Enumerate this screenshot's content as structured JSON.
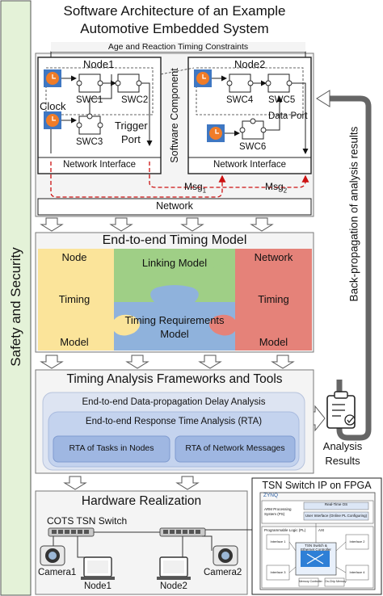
{
  "sidebar": {
    "label": "Safety and Security"
  },
  "arch": {
    "title_line1": "Software Architecture of an Example",
    "title_line2": "Automotive Embedded System",
    "constraints_label": "Age and Reaction Timing Constraints",
    "software_component_label": "Software Component",
    "node1": {
      "title": "Node1",
      "clock_label": "Clock",
      "swc1": "SWC1",
      "swc2": "SWC2",
      "swc3": "SWC3",
      "trigger_line1": "Trigger",
      "trigger_line2": "Port",
      "network_interface": "Network Interface"
    },
    "node2": {
      "title": "Node2",
      "swc4": "SWC4",
      "swc5": "SWC5",
      "swc6": "SWC6",
      "data_port": "Data Port",
      "network_interface": "Network Interface"
    },
    "msg1": {
      "base": "Msg",
      "sub": "1"
    },
    "msg2": {
      "base": "Msg",
      "sub": "2"
    },
    "network_label": "Network"
  },
  "timing_model": {
    "title": "End-to-end Timing Model",
    "node_label": "Node",
    "node_timing": "Timing",
    "node_model": "Model",
    "linking_model": "Linking Model",
    "network_label": "Network",
    "network_timing": "Timing",
    "network_model": "Model",
    "requirements_line1": "Timing Requirements",
    "requirements_line2": "Model"
  },
  "analysis": {
    "title": "Timing Analysis Frameworks and Tools",
    "delay_analysis": "End-to-end Data-propagation Delay Analysis",
    "rta": "End-to-end Response Time Analysis (RTA)",
    "rta_nodes": "RTA of Tasks in Nodes",
    "rta_network": "RTA of Network Messages"
  },
  "results": {
    "label_line1": "Analysis",
    "label_line2": "Results",
    "backprop_label": "Back-propagation of analysis results"
  },
  "hardware": {
    "title": "Hardware Realization",
    "cots_label": "COTS TSN Switch",
    "camera1": "Camera1",
    "camera2": "Camera2",
    "node1": "Node1",
    "node2": "Node2"
  },
  "fpga": {
    "title": "TSN Switch IP on FPGA",
    "zynq": "ZYNQ",
    "realtime_os": "Real-Time OS",
    "arm_line1": "ARM Processing",
    "arm_line2": "System (PS)",
    "user_interface": "User Interface (Online PL Configuring)",
    "pl_label": "Programmable Logic (PL)",
    "axi": "AXI",
    "switch_line1": "TSN Switch &",
    "switch_line2": "Ethernet Controller",
    "interface_a": "Interface 1",
    "interface_b": "Interface 2",
    "interface_c": "Interface 3",
    "interface_d": "Interface 4",
    "memory_left": "Memory Controller",
    "memory_right": "On-Chip Memory"
  },
  "colors": {
    "sidebar": "#e4f2d8",
    "box_fill": "#f4f4f4",
    "node_yellow": "#fbe49a",
    "linking_green": "#9fcf86",
    "network_red": "#e58279",
    "requirements_blue": "#8fb2dc",
    "analysis_outer": "#dde4f2",
    "analysis_mid": "#c4d3ee",
    "rta_inner": "#9fb7e2",
    "clock_orange": "#f07c28",
    "clock_blue": "#3f77c2",
    "dashed_red": "#cc1111"
  }
}
